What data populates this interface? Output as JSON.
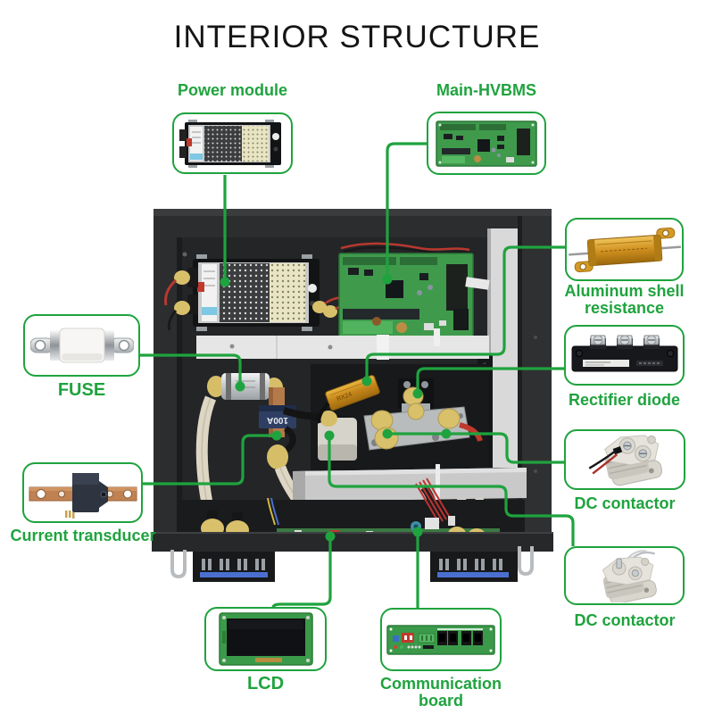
{
  "page": {
    "title": "INTERIOR STRUCTURE"
  },
  "colors": {
    "accent_green": "#1FA33E",
    "title_black": "#151515",
    "background": "#ffffff"
  },
  "callouts": [
    {
      "id": "power-module",
      "label": "Power module",
      "label_position": "above"
    },
    {
      "id": "main-hvbms",
      "label": "Main-HVBMS",
      "label_position": "above"
    },
    {
      "id": "aluminum-shell-resistance",
      "label": "Aluminum shell resistance",
      "label_position": "below"
    },
    {
      "id": "fuse",
      "label": "FUSE",
      "label_position": "below"
    },
    {
      "id": "rectifier-diode",
      "label": "Rectifier diode",
      "label_position": "below"
    },
    {
      "id": "dc-contactor-top",
      "label": "DC contactor",
      "label_position": "below"
    },
    {
      "id": "current-transducer",
      "label": "Current transducer",
      "label_position": "below"
    },
    {
      "id": "dc-contactor-bottom",
      "label": "DC contactor",
      "label_position": "below"
    },
    {
      "id": "lcd",
      "label": "LCD",
      "label_position": "below"
    },
    {
      "id": "communication-board",
      "label": "Communication board",
      "label_position": "below"
    }
  ],
  "photo_text": {
    "transducer_rating": "100A",
    "resistor_marking": "RX24"
  }
}
